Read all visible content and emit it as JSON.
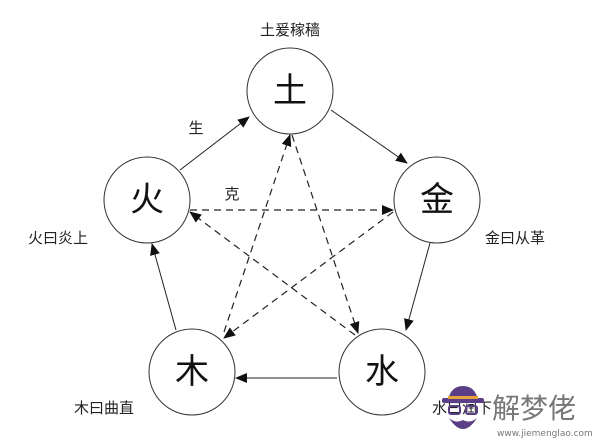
{
  "elements": {
    "earth": "土",
    "metal": "金",
    "water": "水",
    "wood": "木",
    "fire": "火"
  },
  "descriptions": {
    "earth": "土爰稼穑",
    "metal": "金曰从革",
    "water": "水曰润下",
    "wood": "木曰曲直",
    "fire": "火曰炎上"
  },
  "legend": {
    "generate": "生",
    "overcome": "克"
  },
  "watermark": {
    "title": "解梦佬",
    "url": "www.jiemenglao.com"
  },
  "colors": {
    "line": "#222222",
    "watermark_purple": "#5b3f86",
    "watermark_text": "#777777"
  }
}
